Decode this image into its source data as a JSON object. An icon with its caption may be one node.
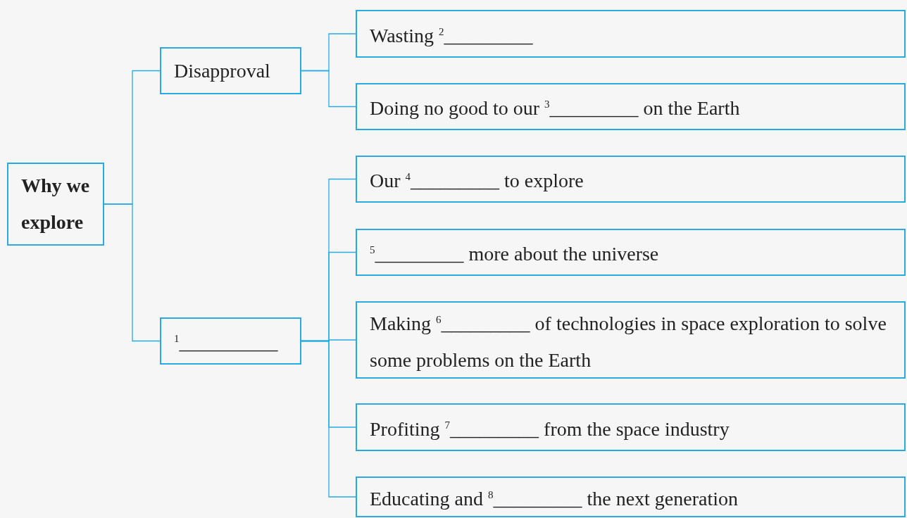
{
  "diagram": {
    "nodes": [
      {
        "text": [
          "Why we explore"
        ]
      },
      {
        "text": [
          "Disapproval"
        ]
      },
      {
        "text": [
          "Wasting $^{2}$_________"
        ]
      },
      {
        "text": [
          "Doing no good to our $^{3}$_________ on the Earth"
        ]
      },
      {
        "text": [
          "$^{1}$__________"
        ]
      },
      {
        "text": [
          "Our $^{4}$_________ to explore"
        ]
      },
      {
        "text": [
          "$^{5}$_________ more about the universe"
        ]
      },
      {
        "text": [
          "Making $^{6}$_________ of technologies in space exploration to solve some problems on the Earth"
        ]
      },
      {
        "text": [
          "Profiting $^{7}$_________ from the space industry"
        ]
      },
      {
        "text": [
          "Educating and $^{8}$_________ the next generation"
        ]
      }
    ],
    "edges": [
      {
        "from": 0,
        "to": 1,
        "arrow": "none"
      },
      {
        "from": 0,
        "to": 4,
        "arrow": "none"
      },
      {
        "from": 1,
        "to": 2,
        "arrow": "none"
      },
      {
        "from": 1,
        "to": 3,
        "arrow": "none"
      },
      {
        "from": 4,
        "to": 5,
        "arrow": "none"
      },
      {
        "from": 4,
        "to": 6,
        "arrow": "none"
      },
      {
        "from": 4,
        "to": 7,
        "arrow": "none"
      },
      {
        "from": 4,
        "to": 8,
        "arrow": "none"
      },
      {
        "from": 4,
        "to": 9,
        "arrow": "none"
      }
    ]
  }
}
